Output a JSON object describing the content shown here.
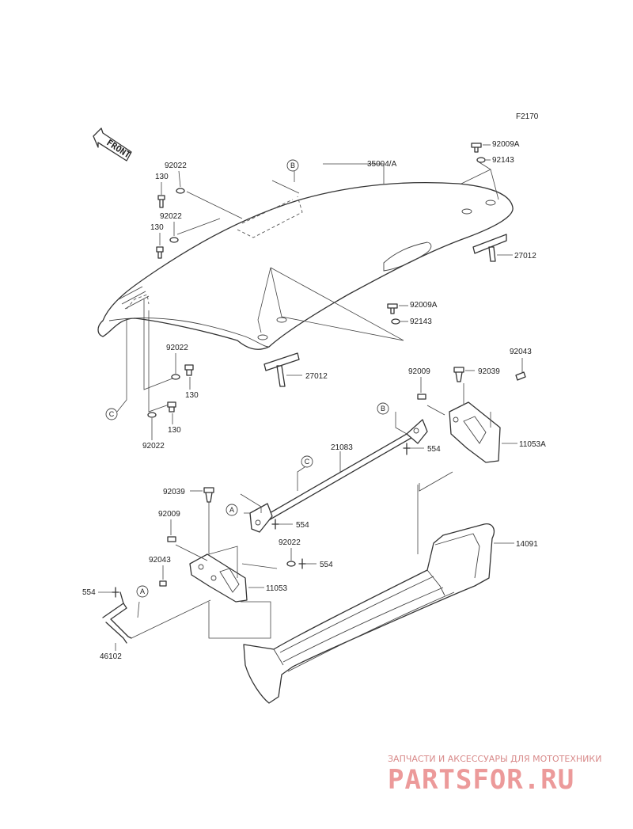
{
  "figure_code": "F2170",
  "front_label": "FRONT",
  "callouts": {
    "c92009A_top": "92009A",
    "c92143_top": "92143",
    "c35004A": "35004/A",
    "c27012_right": "27012",
    "c92022_a": "92022",
    "c130_a": "130",
    "c92022_b": "92022",
    "c130_b": "130",
    "c92009A_mid": "92009A",
    "c92143_mid": "92143",
    "c27012_mid": "27012",
    "c92022_c": "92022",
    "c130_c": "130",
    "c92022_d": "92022",
    "c130_d": "130",
    "c92043_right": "92043",
    "c92009_right": "92009",
    "c92039_right": "92039",
    "c11053A": "11053A",
    "c21083": "21083",
    "c554_right": "554",
    "c14091": "14091",
    "c92039_left": "92039",
    "c92009_left": "92009",
    "c554_mid": "554",
    "c92022_e": "92022",
    "c554_low": "554",
    "c92043_left": "92043",
    "c11053": "11053",
    "c554_left": "554",
    "c46102": "46102"
  },
  "markers": {
    "B": "B",
    "C": "C",
    "A": "A"
  },
  "watermark": {
    "tagline": "ЗАПЧАСТИ И АКСЕССУАРЫ ДЛЯ МОТОТЕХНИКИ",
    "logo": "PARTSFOR.RU"
  }
}
